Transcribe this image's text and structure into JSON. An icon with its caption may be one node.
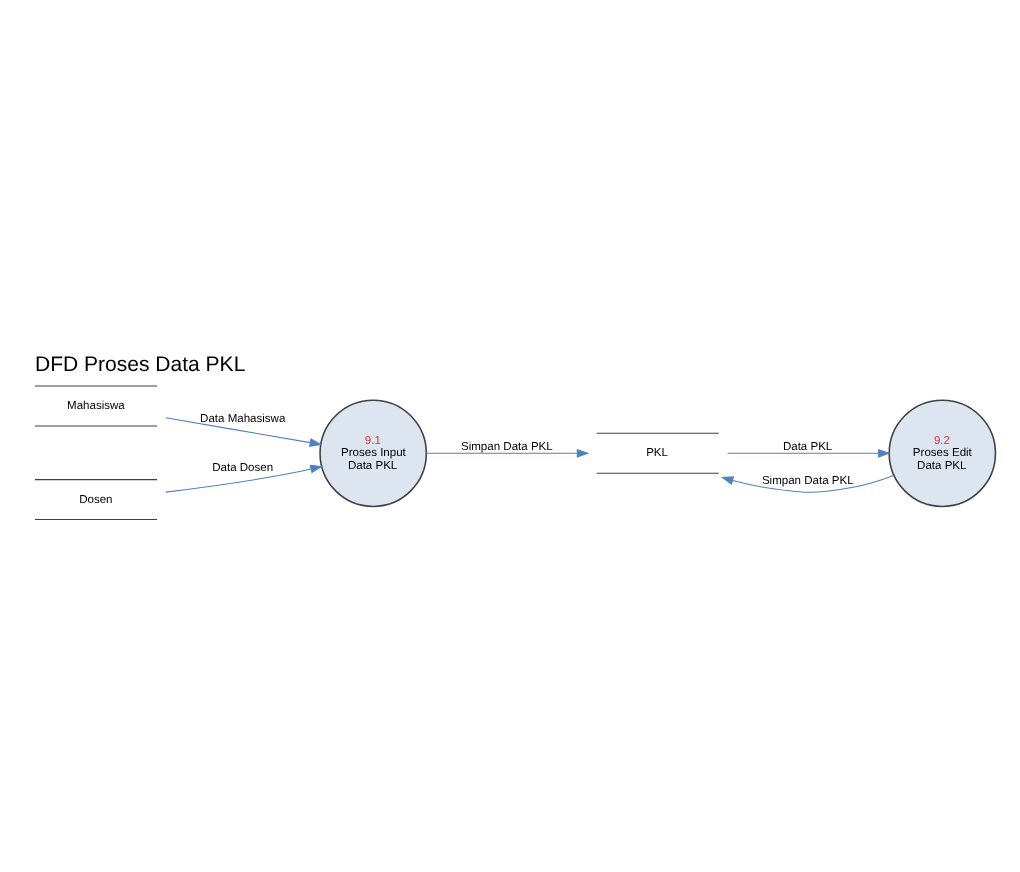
{
  "diagram": {
    "title": "DFD Proses Data PKL",
    "nodes": [
      {
        "text": [
          "Mahasiswa"
        ]
      },
      {
        "text": [
          "9.1",
          "Proses Input Data PKL"
        ]
      },
      {
        "text": [
          "Dosen"
        ]
      },
      {
        "text": [
          "PKL"
        ]
      },
      {
        "text": [
          "9.2",
          "Proses Edit Data PKL"
        ]
      }
    ],
    "edges": [
      {
        "from": 0,
        "to": 1,
        "arrow": "to",
        "label": "Data Mahasiswa"
      },
      {
        "from": 2,
        "to": 1,
        "arrow": "to",
        "label": "Data Dosen"
      },
      {
        "from": 1,
        "to": 3,
        "arrow": "to",
        "label": "Simpan Data PKL"
      },
      {
        "from": 4,
        "to": 3,
        "arrow": "to",
        "label": "Simpan Data PKL"
      },
      {
        "from": 3,
        "to": 4,
        "arrow": "to",
        "label": "Data PKL"
      }
    ]
  }
}
